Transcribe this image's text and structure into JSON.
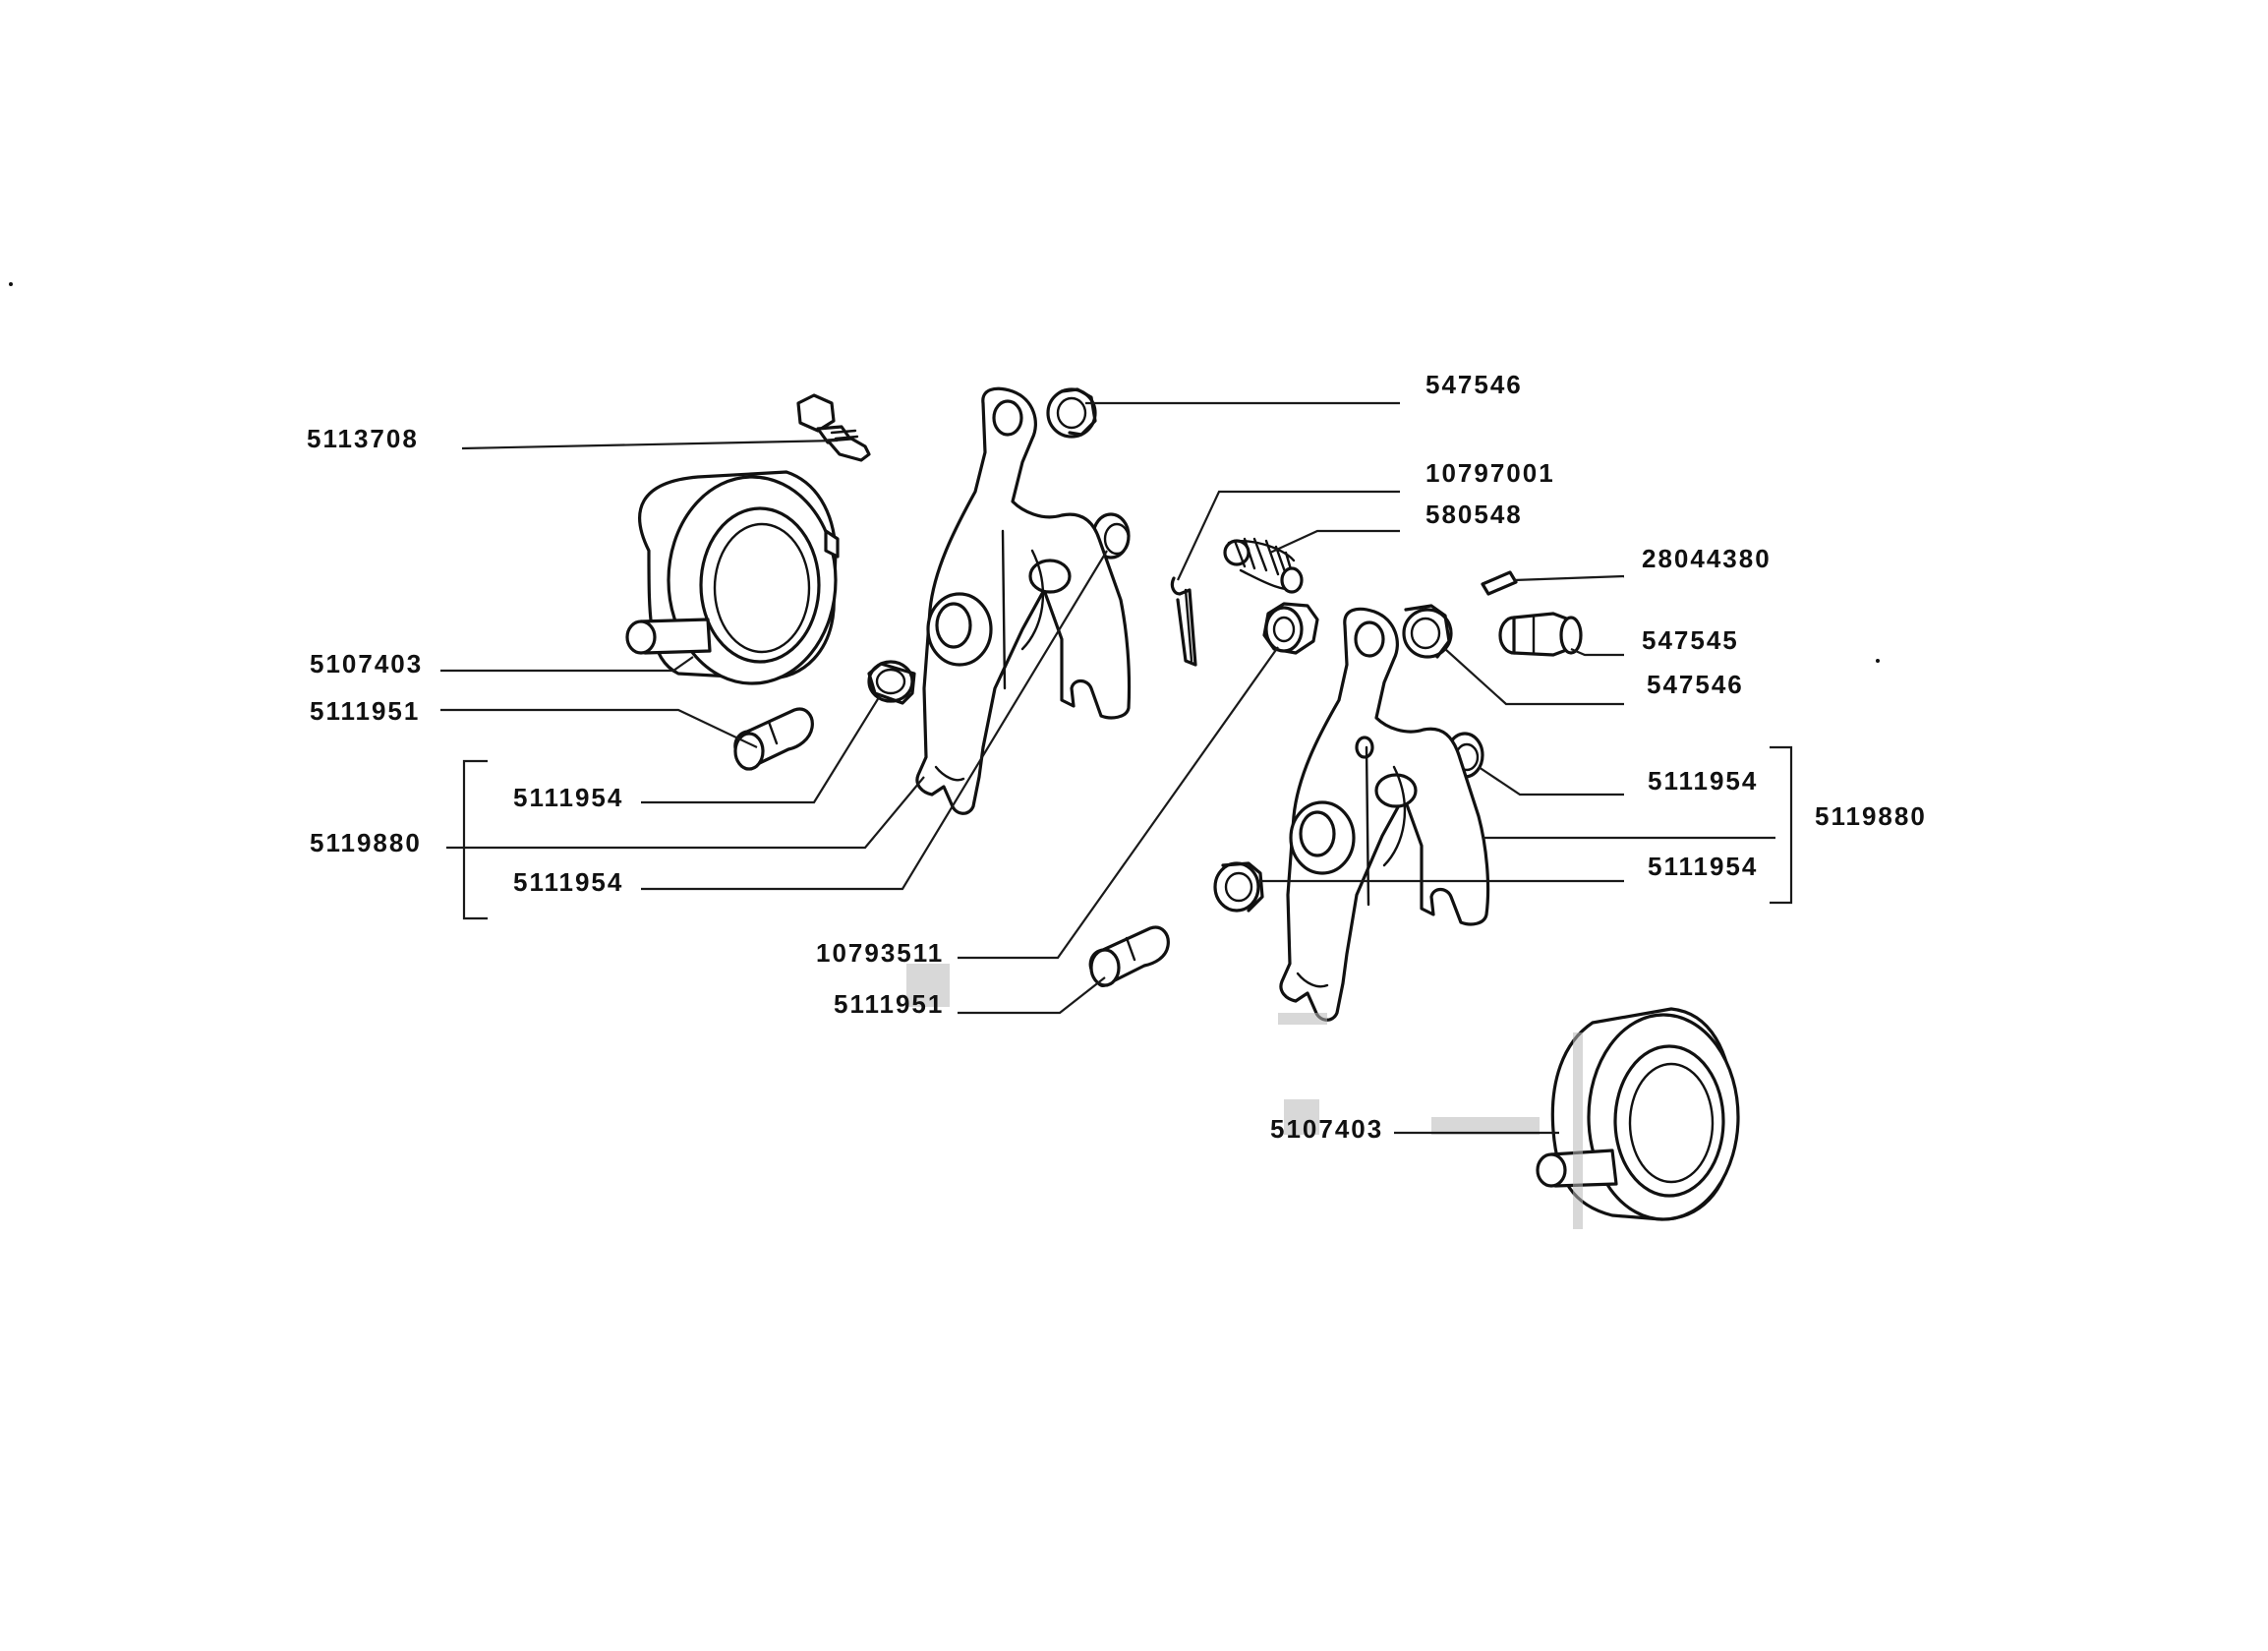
{
  "colors": {
    "ink": "#111111",
    "background": "#ffffff"
  },
  "labels": {
    "p5113708": "5113708",
    "p5107403_left": "5107403",
    "p5111951_left": "5111951",
    "p5111954_left_a": "5111954",
    "p5119880_left": "5119880",
    "p5111954_left_b": "5111954",
    "p547546_top": "547546",
    "p10797001": "10797001",
    "p580548": "580548",
    "p28044380": "28044380",
    "p547545": "547545",
    "p547546_right": "547546",
    "p5111954_right_a": "5111954",
    "p5119880_right": "5119880",
    "p5111954_right_b": "5111954",
    "p10793511": "10793511",
    "p5111951_center": "5111951",
    "p5107403_bottom": "5107403"
  },
  "parts": {
    "bolt": "bolt-icon",
    "bearing_left": "release-bearing-icon",
    "fork_left": "clutch-fork-icon",
    "fork_right": "clutch-fork-icon",
    "bearing_right": "release-bearing-icon",
    "pin": "pin-icon",
    "bushing": "bushing-icon",
    "spring": "spring-icon",
    "cotter_pin": "cotter-pin-icon"
  }
}
